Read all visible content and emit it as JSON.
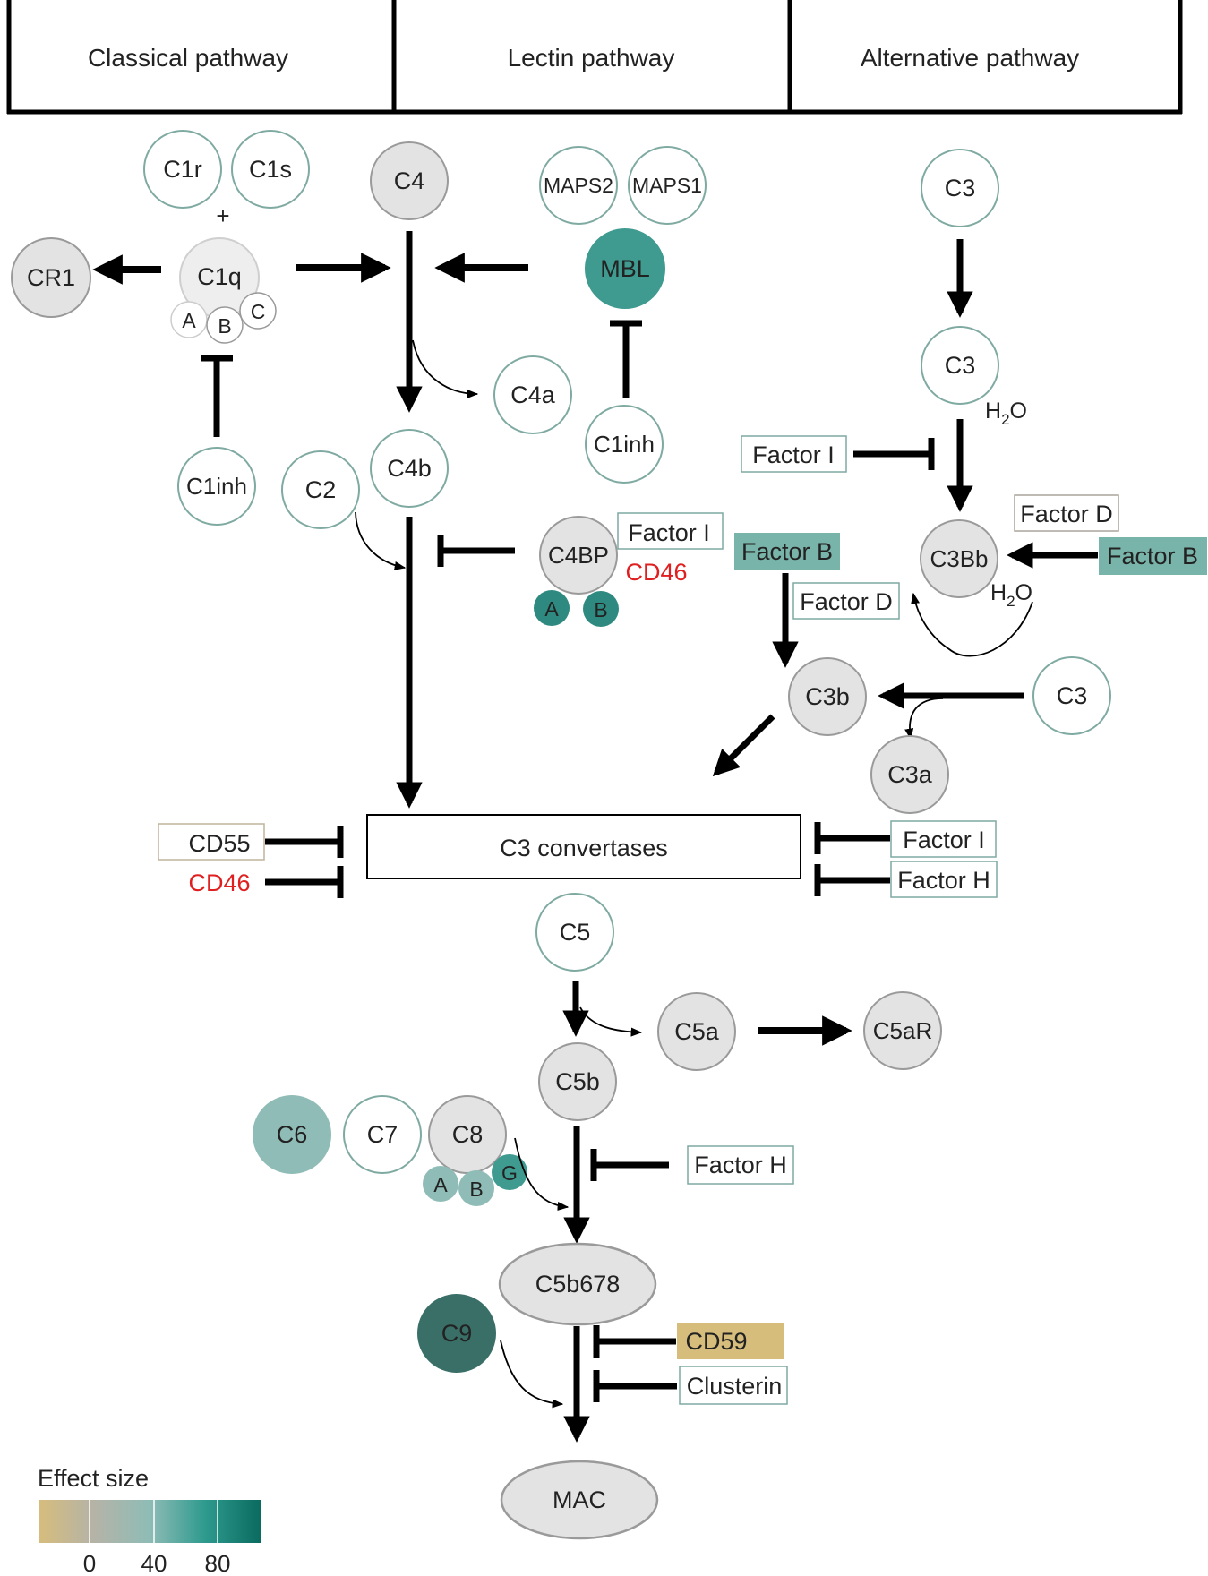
{
  "headers": {
    "classical": "Classical pathway",
    "lectin": "Lectin pathway",
    "alternative": "Alternative pathway"
  },
  "colors": {
    "white": "#ffffff",
    "grey": "#e3e3e3",
    "light_grey": "#eeeeee",
    "teal_light": "#8fbcb6",
    "teal_mid": "#79b4aa",
    "teal": "#3f9a90",
    "teal_dark": "#2e8a80",
    "teal_darkest": "#3a6f68",
    "tan": "#d6bd7c",
    "node_stroke_teal": "#7faaa2",
    "node_stroke_grey": "#9a9a9a",
    "red_text": "#e02020"
  },
  "nodes": {
    "c1r": "C1r",
    "c1s": "C1s",
    "plus": "+",
    "c1q": "C1q",
    "c1q_a": "A",
    "c1q_b": "B",
    "c1q_c": "C",
    "cr1": "CR1",
    "c1inh_classical": "C1inh",
    "c4": "C4",
    "c4a": "C4a",
    "c4b": "C4b",
    "c2": "C2",
    "maps2": "MAPS2",
    "maps1": "MAPS1",
    "mbl": "MBL",
    "c1inh_lectin": "C1inh",
    "c4bp": "C4BP",
    "c4bp_a": "A",
    "c4bp_b": "B",
    "c4bp_factor_i": "Factor I",
    "c4bp_cd46": "CD46",
    "c3_top": "C3",
    "c3_mid": "C3",
    "h2o_1": "H",
    "h2o_1_sub": "2",
    "h2o_1_end": "O",
    "factor_i_alt": "Factor I",
    "factor_d_alt": "Factor D",
    "c3bb": "C3Bb",
    "factor_b_right": "Factor B",
    "h2o_2": "H",
    "h2o_2_sub": "2",
    "h2o_2_end": "O",
    "factor_b_left": "Factor B",
    "factor_d_lower": "Factor D",
    "c3b": "C3b",
    "c3_right": "C3",
    "c3a": "C3a",
    "c3_convertases": "C3 convertases",
    "cd55": "CD55",
    "cd46_conv": "CD46",
    "factor_i_conv": "Factor I",
    "factor_h_conv": "Factor H",
    "c5": "C5",
    "c5a": "C5a",
    "c5ar": "C5aR",
    "c5b": "C5b",
    "c6": "C6",
    "c7": "C7",
    "c8": "C8",
    "c8_a": "A",
    "c8_b": "B",
    "c8_g": "G",
    "factor_h_c5b": "Factor H",
    "c5b678": "C5b678",
    "c9": "C9",
    "cd59": "CD59",
    "clusterin": "Clusterin",
    "mac": "MAC"
  },
  "legend": {
    "title": "Effect size",
    "ticks": [
      "0",
      "40",
      "80"
    ]
  }
}
